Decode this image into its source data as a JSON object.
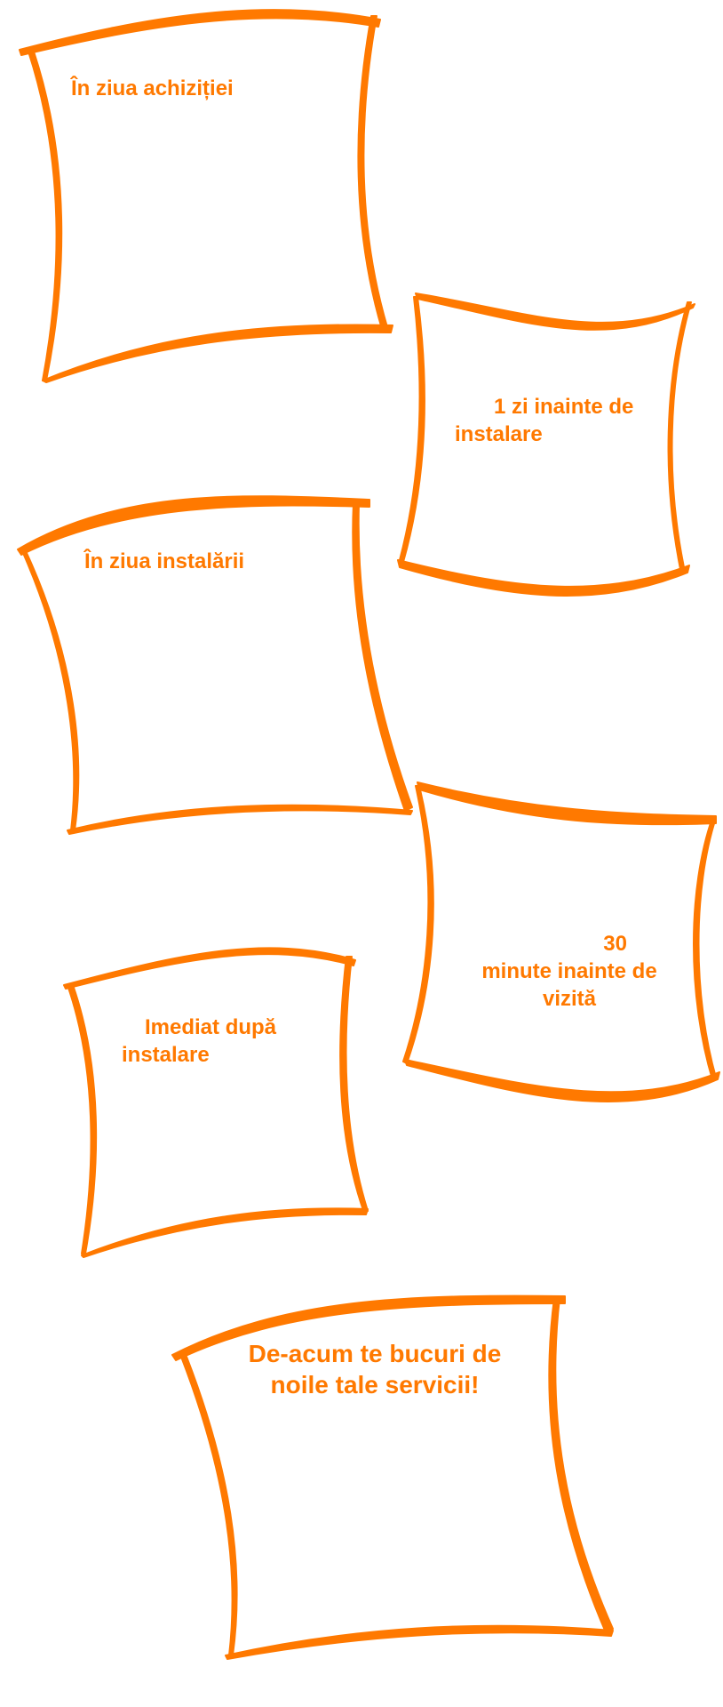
{
  "accent_color": "#ff7900",
  "steps": [
    {
      "lines": [
        "În ziua achiziției"
      ]
    },
    {
      "lines": [
        "1 zi inainte de",
        "instalare"
      ]
    },
    {
      "lines": [
        "În ziua instalării"
      ]
    },
    {
      "lines": [
        "30",
        "minute inainte de",
        "vizită"
      ]
    },
    {
      "lines": [
        "Imediat după",
        "instalare"
      ]
    },
    {
      "lines": [
        "De-acum te bucuri de",
        "noile tale servicii!"
      ]
    }
  ]
}
